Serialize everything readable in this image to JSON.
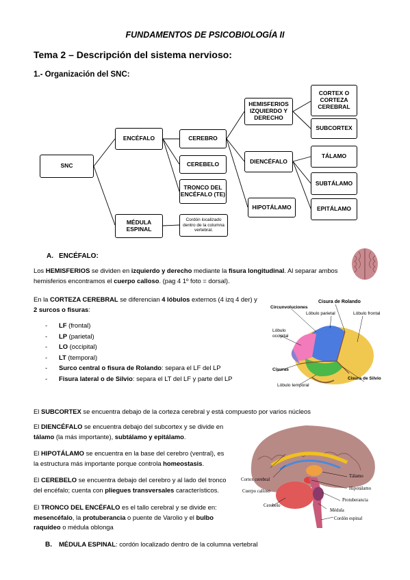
{
  "doc_title": "FUNDAMENTOS DE PSICOBIOLOGÍA II",
  "tema": "Tema 2 – Descripción del sistema nervioso:",
  "section1": "1.- Organización del SNC:",
  "diagram": {
    "snc": "SNC",
    "encefalo": "ENCÉFALO",
    "medula": "MÉDULA ESPINAL",
    "cerebro": "CEREBRO",
    "cerebelo": "CEREBELO",
    "tronco": "TRONCO DEL ENCÉFALO (TE)",
    "cordon": "Cordón localizado dentro de la columna vertebral.",
    "hemisferios": "HEMISFERIOS IZQUIERDO Y DERECHO",
    "diencefalo": "DIENCÉFALO",
    "hipotalamo": "HIPOTÁLAMO",
    "cortex": "CORTEX O CORTEZA CEREBRAL",
    "subcortex": "SUBCORTEX",
    "talamo": "TÁLAMO",
    "subtalamo": "SUBTÁLAMO",
    "epitalamo": "EPITÁLAMO"
  },
  "sectionA": {
    "letter": "A.",
    "title": "ENCÉFALO:"
  },
  "para_hemis": {
    "t1": "Los ",
    "b1": "HEMISFERIOS",
    "t2": " se dividen en ",
    "b2": "izquierdo y derecho",
    "t3": " mediante la ",
    "b3": "fisura longitudinal",
    "t4": ". Al separar ambos hemisferios encontramos el ",
    "b4": "cuerpo calloso",
    "t5": ". (pag 4 1º foto = dorsal)."
  },
  "para_corteza": {
    "t1": "En la ",
    "b1": "CORTEZA CEREBRAL",
    "t2": " se diferencian ",
    "b2": "4 lóbulos",
    "t3": " externos (4 izq 4 der) y",
    "b3": "2 surcos o fisuras",
    "t4": ":"
  },
  "lobulos": [
    {
      "b": "LF",
      "t": " (frontal)"
    },
    {
      "b": "LP",
      "t": " (parietal)"
    },
    {
      "b": "LO",
      "t": " (occipital)"
    },
    {
      "b": "LT",
      "t": " (temporal)"
    },
    {
      "b": "Surco central o fisura de Rolando",
      "t": ": separa el LF del LP"
    },
    {
      "b": "Fisura lateral o de Silvio",
      "t": ": separa el LT del LF y parte del LP"
    }
  ],
  "fig1": {
    "circunvoluciones": "Circunvoluciones",
    "cisura_rolando": "Cisura de Rolando",
    "lobulo_parietal": "Lóbulo parietal",
    "lobulo_frontal": "Lóbulo frontal",
    "lobulo_occipital": "Lóbulo occipital",
    "cisuras": "Cisuras",
    "cisura_silvio": "Cisura de Silvio",
    "lobulo_temporal": "Lóbulo temporal"
  },
  "para_subcortex": {
    "t1": "El ",
    "b1": "SUBCORTEX",
    "t2": " se encuentra debajo de la corteza cerebral y está compuesto por varios núcleos"
  },
  "para_dien": {
    "t1": "El ",
    "b1": "DIENCÉFALO",
    "t2": " se encuentra debajo del subcortex y se divide en",
    "b2": "tálamo",
    "t3": " (la más importante), ",
    "b3": "subtálamo y epitálamo",
    "t4": "."
  },
  "para_hipo": {
    "t1": "El ",
    "b1": "HIPOTÁLAMO",
    "t2": " se encuentra en la base del cerebro (ventral), es",
    "t3": "la estructura más importante porque controla ",
    "b2": "homeostasis",
    "t4": "."
  },
  "para_cerebelo": {
    "t1": "El ",
    "b1": "CEREBELO",
    "t2": " se encuentra debajo del cerebro y al lado del tronco",
    "t3": "del encéfalo; cuenta con ",
    "b2": "pliegues transversales",
    "t4": " característicos."
  },
  "para_tronco": {
    "t1": "El ",
    "b1": "TRONCO DEL ENCÉFALO",
    "t2": " es el tallo cerebral y se divide en:",
    "b2": "mesencéfalo",
    "t3": ", la ",
    "b3": "protuberancia",
    "t4": " o puente de Varolio y el ",
    "b4": "bulbo",
    "b5": "raquídeo",
    "t5": " o médula oblonga"
  },
  "fig2": {
    "cortex": "Cortex cerebral",
    "cuerpo_calloso": "Cuerpo calloso",
    "cerebelo": "Cerebelo",
    "talamo": "Tálamo",
    "hipotalamo": "Hipotálamo",
    "protuberancia": "Protuberancia",
    "medula": "Médula",
    "cordon": "Cordón espinal"
  },
  "sectionB": {
    "letter": "B.",
    "title": "MÉDULA ESPINAL",
    "text": ": cordón localizado dentro de la columna vertebral"
  }
}
